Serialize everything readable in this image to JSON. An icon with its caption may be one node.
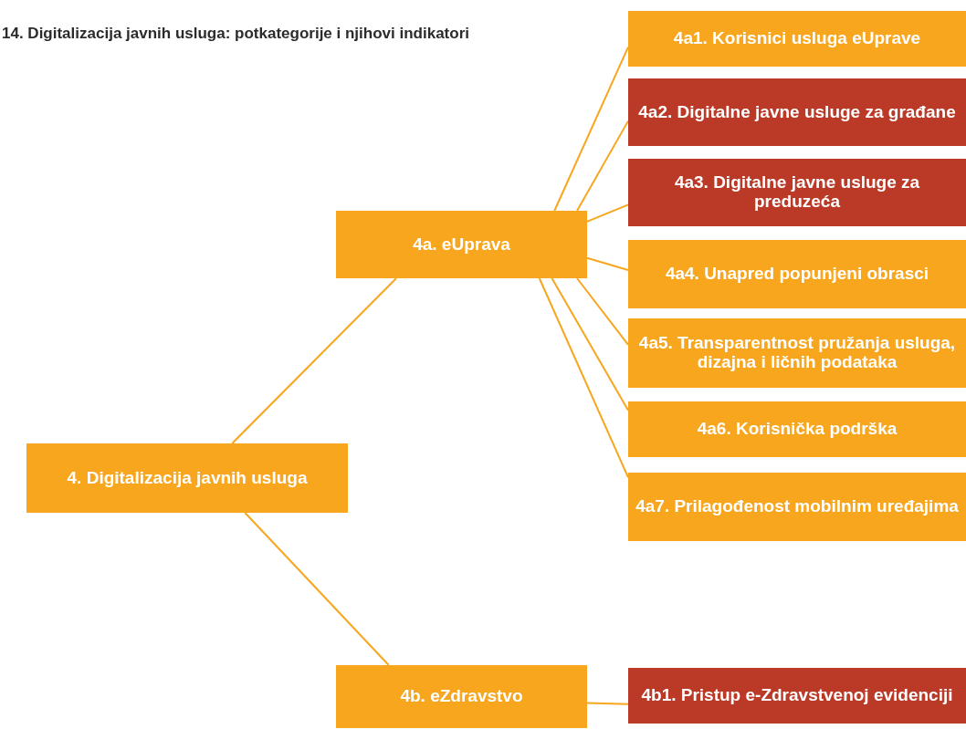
{
  "diagram": {
    "title": "14. Digitalizacija javnih usluga: potkategorije i njihovi indikatori",
    "nodes": [
      {
        "text": [
          "4. Digitalizacija javnih usluga"
        ]
      },
      {
        "text": [
          "4a. eUprava"
        ]
      },
      {
        "text": [
          "4b. eZdravstvo"
        ]
      },
      {
        "text": [
          "4a1. Korisnici usluga eUprave"
        ]
      },
      {
        "text": [
          "4a2. Digitalne javne usluge za građane"
        ]
      },
      {
        "text": [
          "4a3. Digitalne javne usluge za preduzeća"
        ]
      },
      {
        "text": [
          "4a4. Unapred popunjeni obrasci"
        ]
      },
      {
        "text": [
          "4a5. Transparentnost pružanja usluga, dizajna i ličnih podataka"
        ]
      },
      {
        "text": [
          "4a6. Korisnička podrška"
        ]
      },
      {
        "text": [
          "4a7. Prilagođenost mobilnim uređajima"
        ]
      },
      {
        "text": [
          "4b1. Pristup e-Zdravstvenoj evidenciji"
        ]
      }
    ],
    "edges": [
      {
        "from": 0,
        "to": 1,
        "arrow": "none"
      },
      {
        "from": 0,
        "to": 2,
        "arrow": "none"
      },
      {
        "from": 1,
        "to": 3,
        "arrow": "none"
      },
      {
        "from": 1,
        "to": 4,
        "arrow": "none"
      },
      {
        "from": 1,
        "to": 5,
        "arrow": "none"
      },
      {
        "from": 1,
        "to": 6,
        "arrow": "none"
      },
      {
        "from": 1,
        "to": 7,
        "arrow": "none"
      },
      {
        "from": 1,
        "to": 8,
        "arrow": "none"
      },
      {
        "from": 1,
        "to": 9,
        "arrow": "none"
      },
      {
        "from": 2,
        "to": 10,
        "arrow": "none"
      }
    ]
  }
}
